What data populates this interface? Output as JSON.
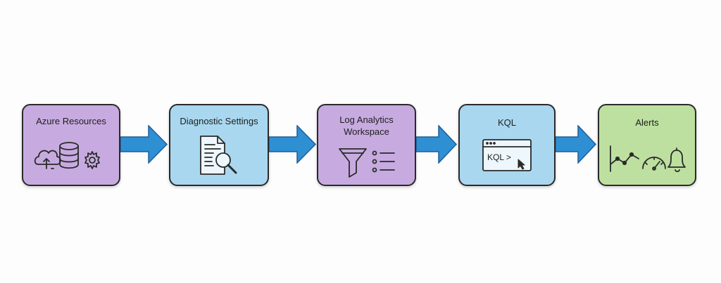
{
  "flow": {
    "steps": [
      {
        "label": "Azure Resources",
        "icon": "cloud-database-gear-icon"
      },
      {
        "label": "Diagnostic Settings",
        "icon": "document-search-icon"
      },
      {
        "label": "Log Analytics\nWorkspace",
        "icon": "funnel-list-icon"
      },
      {
        "label": "KQL",
        "icon": "query-console-icon"
      },
      {
        "label": "Alerts",
        "icon": "chart-gauge-bell-icon"
      }
    ],
    "console_text": "KQL >"
  },
  "colors": {
    "purple": "#c7abe0",
    "blue": "#a9d7ef",
    "green": "#bde0a0",
    "arrow": "#2f8fd3",
    "stroke": "#2a2a2a"
  }
}
